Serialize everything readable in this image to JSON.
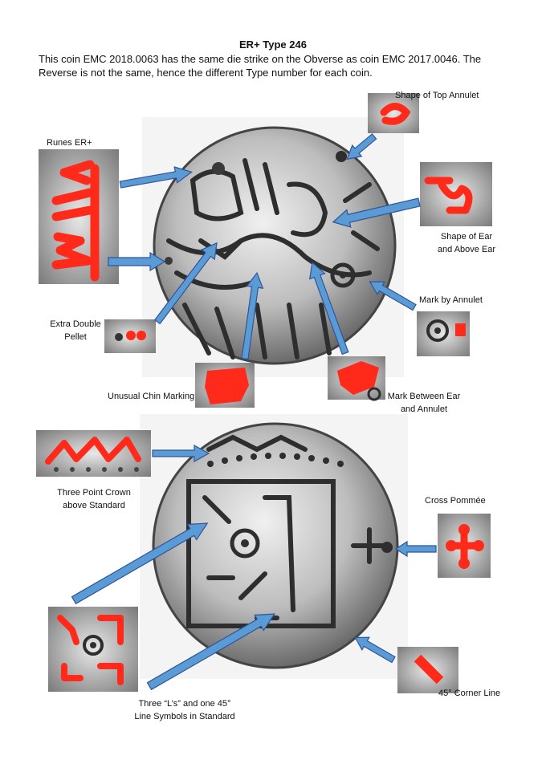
{
  "document": {
    "title": "ER+ Type 246",
    "intro": "This coin EMC 2018.0063 has the same die strike on the Obverse as coin EMC 2017.0046. The Reverse is not the same, hence the different Type number for each coin."
  },
  "obverse_labels": {
    "runes": "Runes ER+",
    "top_annulet": "Shape of Top Annulet",
    "ear_line1": "Shape of Ear",
    "ear_line2": "and Above Ear",
    "mark_annulet": "Mark by Annulet",
    "double_pellet_line1": "Extra Double",
    "double_pellet_line2": "Pellet",
    "chin": "Unusual Chin Marking",
    "between_line1": "Mark Between Ear",
    "between_line2": "and Annulet"
  },
  "reverse_labels": {
    "crown_line1": "Three Point Crown",
    "crown_line2": "above Standard",
    "cross": "Cross Pommée",
    "symbols_line1": "Three “L’s” and one 45°",
    "symbols_line2": "Line Symbols in Standard",
    "corner": "45° Corner Line"
  },
  "colors": {
    "arrow": "#5b9bd5",
    "arrow_outline": "#2f5597",
    "highlight": "#ff2a1a",
    "coin_light": "#d8d8d8",
    "coin_dark": "#3a3a3a"
  }
}
